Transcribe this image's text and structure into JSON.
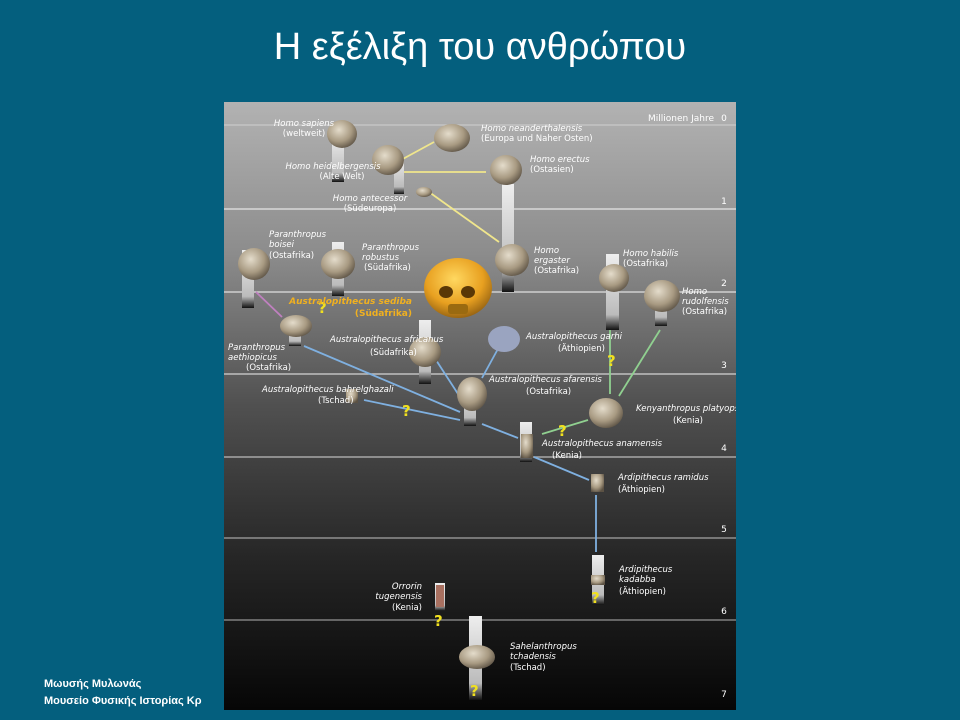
{
  "slide": {
    "title": "Η εξέλιξη του ανθρώπου",
    "footer_line1": "Μωυσής Μυλωνάς",
    "footer_line2": "Μουσείο Φυσικής Ιστορίας Κρ"
  },
  "timeline": {
    "axis_label": "Millionen Jahre",
    "ticks": [
      "0",
      "1",
      "2",
      "3",
      "4",
      "5",
      "6",
      "7"
    ]
  },
  "species": [
    {
      "name": "Homo sapiens",
      "region": "(weltweit)"
    },
    {
      "name": "Homo neanderthalensis",
      "region": "(Europa und Naher Osten)"
    },
    {
      "name": "Homo heidelbergensis",
      "region": "(Alte Welt)"
    },
    {
      "name": "Homo erectus",
      "region": "(Ostasien)"
    },
    {
      "name": "Homo antecessor",
      "region": "(Südeuropa)"
    },
    {
      "name": "Paranthropus boisei",
      "region": "(Ostafrika)"
    },
    {
      "name": "Paranthropus robustus",
      "region": "(Südafrika)"
    },
    {
      "name": "Homo ergaster",
      "region": "(Ostafrika)"
    },
    {
      "name": "Homo habilis",
      "region": "(Ostafrika)"
    },
    {
      "name": "Homo rudolfensis",
      "region": "(Ostafrika)"
    },
    {
      "name": "Australopithecus sediba",
      "region": "(Südafrika)"
    },
    {
      "name": "Paranthropus aethiopicus",
      "region": "(Ostafrika)"
    },
    {
      "name": "Australopithecus africanus",
      "region": "(Südafrika)"
    },
    {
      "name": "Australopithecus garhi",
      "region": "(Äthiopien)"
    },
    {
      "name": "Australopithecus afarensis",
      "region": "(Ostafrika)"
    },
    {
      "name": "Australopithecus bahrelghazali",
      "region": "(Tschad)"
    },
    {
      "name": "Kenyanthropus platyops",
      "region": "(Kenia)"
    },
    {
      "name": "Australopithecus anamensis",
      "region": "(Kenia)"
    },
    {
      "name": "Ardipithecus ramidus",
      "region": "(Äthiopien)"
    },
    {
      "name": "Ardipithecus kadabba",
      "region": "(Äthiopien)"
    },
    {
      "name": "Orrorin tugenensis",
      "region": "(Kenia)"
    },
    {
      "name": "Sahelanthropus tchadensis",
      "region": "(Tschad)"
    }
  ],
  "uncertain_marker": "?",
  "colors": {
    "background": "#045f7e",
    "homo_line": "#f0e68c",
    "australopith_line": "#7fb0e0",
    "paranthropus_line": "#c080c0",
    "kenyanthropus_line": "#90d090",
    "highlight": "#f0b020",
    "question": "#f0e020"
  }
}
